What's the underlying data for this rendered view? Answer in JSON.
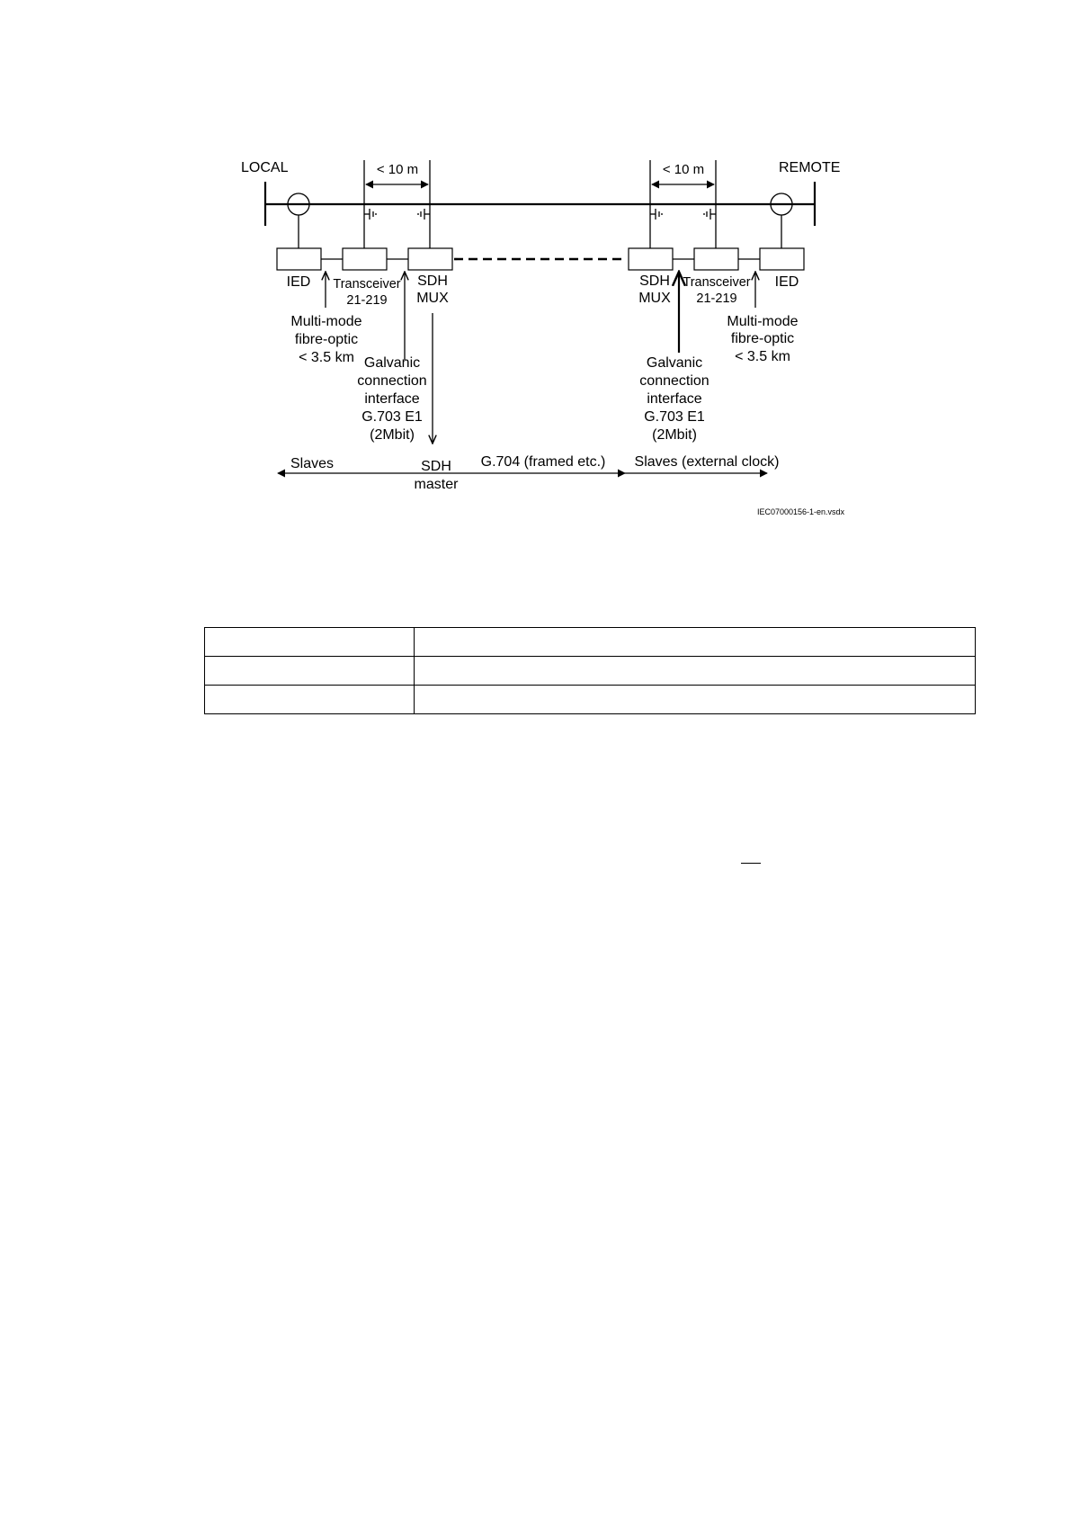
{
  "figure": {
    "local_label": "LOCAL",
    "remote_label": "REMOTE",
    "distance_local": "< 10 m",
    "distance_remote": "< 10 m",
    "local": {
      "ied": "IED",
      "transceiver": [
        "Transceiver",
        "21-219"
      ],
      "sdh_mux": [
        "SDH",
        "MUX"
      ],
      "fibre": [
        "Multi-mode",
        "fibre-optic",
        "< 3.5 km"
      ],
      "galvanic": [
        "Galvanic",
        "connection",
        "interface",
        "G.703 E1",
        "(2Mbit)"
      ]
    },
    "remote": {
      "ied": "IED",
      "transceiver": [
        "Transceiver",
        "21-219"
      ],
      "sdh_mux": [
        "SDH",
        "MUX"
      ],
      "fibre": [
        "Multi-mode",
        "fibre-optic",
        "< 3.5 km"
      ],
      "galvanic": [
        "Galvanic",
        "connection",
        "interface",
        "G.703 E1",
        "(2Mbit)"
      ]
    },
    "bottom": {
      "slaves": "Slaves",
      "sdh_master": [
        "SDH",
        "master"
      ],
      "g704": "G.704 (framed etc.)",
      "slaves_external": "Slaves (external clock)"
    },
    "ref_code": "IEC07000156-1-en.vsdx"
  },
  "table": {
    "rows": [
      [
        "",
        ""
      ],
      [
        "",
        ""
      ],
      [
        "",
        ""
      ]
    ]
  }
}
